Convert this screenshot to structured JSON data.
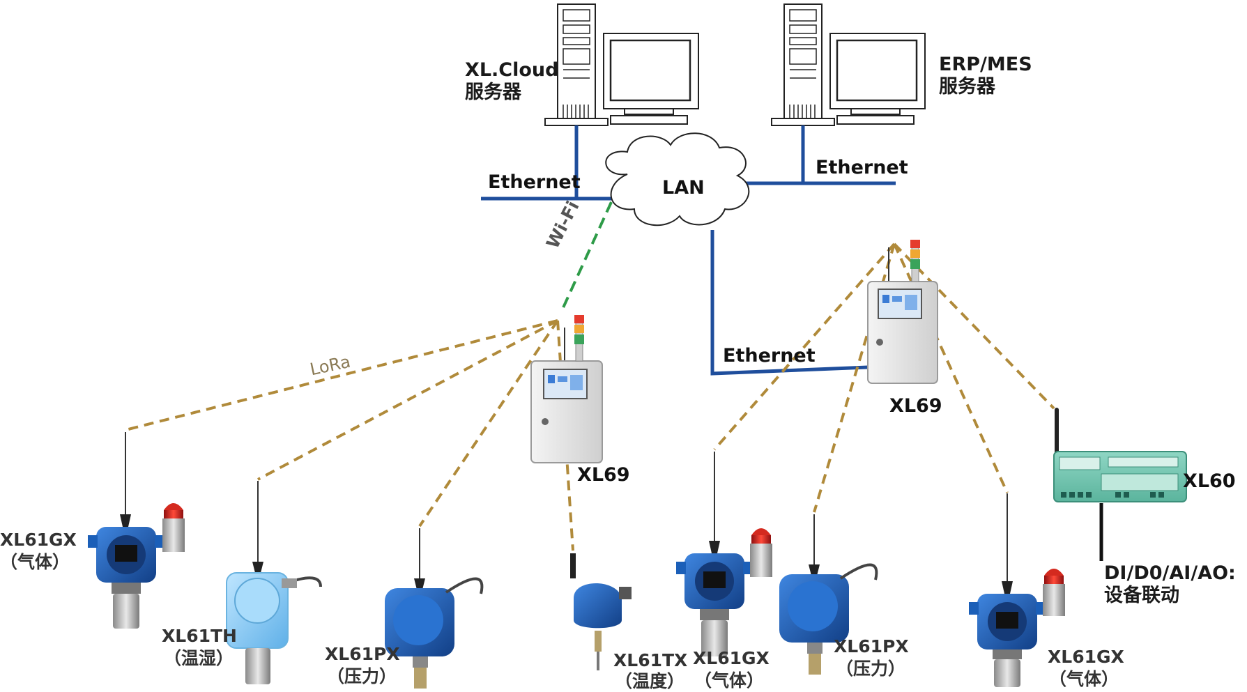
{
  "servers": {
    "xlcloud": {
      "line1": "XL.Cloud",
      "line2": "服务器"
    },
    "erp": {
      "line1": "ERP/MES",
      "line2": "服务器"
    }
  },
  "network": {
    "lan": "LAN",
    "ethernet_left": "Ethernet",
    "ethernet_right": "Ethernet",
    "ethernet_mid": "Ethernet",
    "wifi": "Wi-Fi",
    "lora": "LoRa"
  },
  "gateways": {
    "xl69_left": "XL69",
    "xl69_right": "XL69",
    "xl60": "XL60"
  },
  "io": {
    "line1": "DI/D0/AI/AO:",
    "line2": "设备联动"
  },
  "sensors": [
    {
      "model": "XL61GX",
      "type": "（气体）"
    },
    {
      "model": "XL61TH",
      "type": "（温湿）"
    },
    {
      "model": "XL61PX",
      "type": "（压力）"
    },
    {
      "model": "XL61TX",
      "type": "（温度）"
    },
    {
      "model": "XL61GX",
      "type": "（气体）"
    },
    {
      "model": "XL61PX",
      "type": "（压力）"
    },
    {
      "model": "XL61GX",
      "type": "（气体）"
    }
  ],
  "colors": {
    "ethernet_line": "#1f4e9c",
    "wifi_line": "#2e9b48",
    "lora_line": "#b08a3a",
    "sensor_blue": "#1b5fb8",
    "cabinet": "#e6e6e6"
  }
}
